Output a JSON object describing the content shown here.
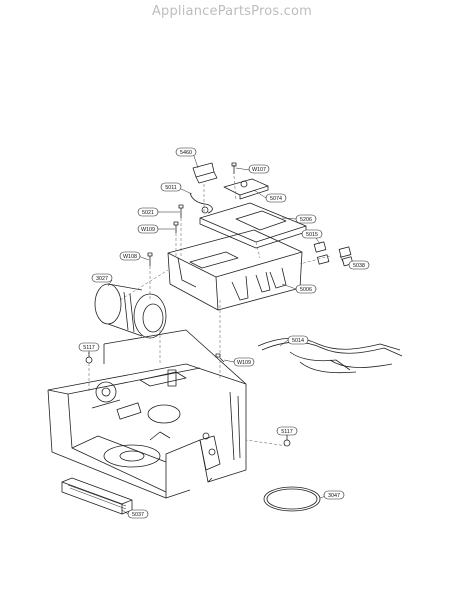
{
  "watermark": "AppliancePartsPros.com",
  "diagram": {
    "callouts": [
      {
        "id": "c5460",
        "label": "5460"
      },
      {
        "id": "cW107",
        "label": "W107"
      },
      {
        "id": "c5011",
        "label": "5011"
      },
      {
        "id": "c5074",
        "label": "5074"
      },
      {
        "id": "c5021",
        "label": "5021"
      },
      {
        "id": "c5206",
        "label": "5206"
      },
      {
        "id": "cW109a",
        "label": "W109"
      },
      {
        "id": "c5015",
        "label": "5015"
      },
      {
        "id": "cW108",
        "label": "W108"
      },
      {
        "id": "c5038",
        "label": "5038"
      },
      {
        "id": "c3027",
        "label": "3027"
      },
      {
        "id": "c5006",
        "label": "5006"
      },
      {
        "id": "c5014",
        "label": "5014"
      },
      {
        "id": "c5117a",
        "label": "5117"
      },
      {
        "id": "cW109b",
        "label": "W109"
      },
      {
        "id": "c5117b",
        "label": "5117"
      },
      {
        "id": "c3047",
        "label": "3047"
      },
      {
        "id": "c5037",
        "label": "5037"
      }
    ]
  }
}
